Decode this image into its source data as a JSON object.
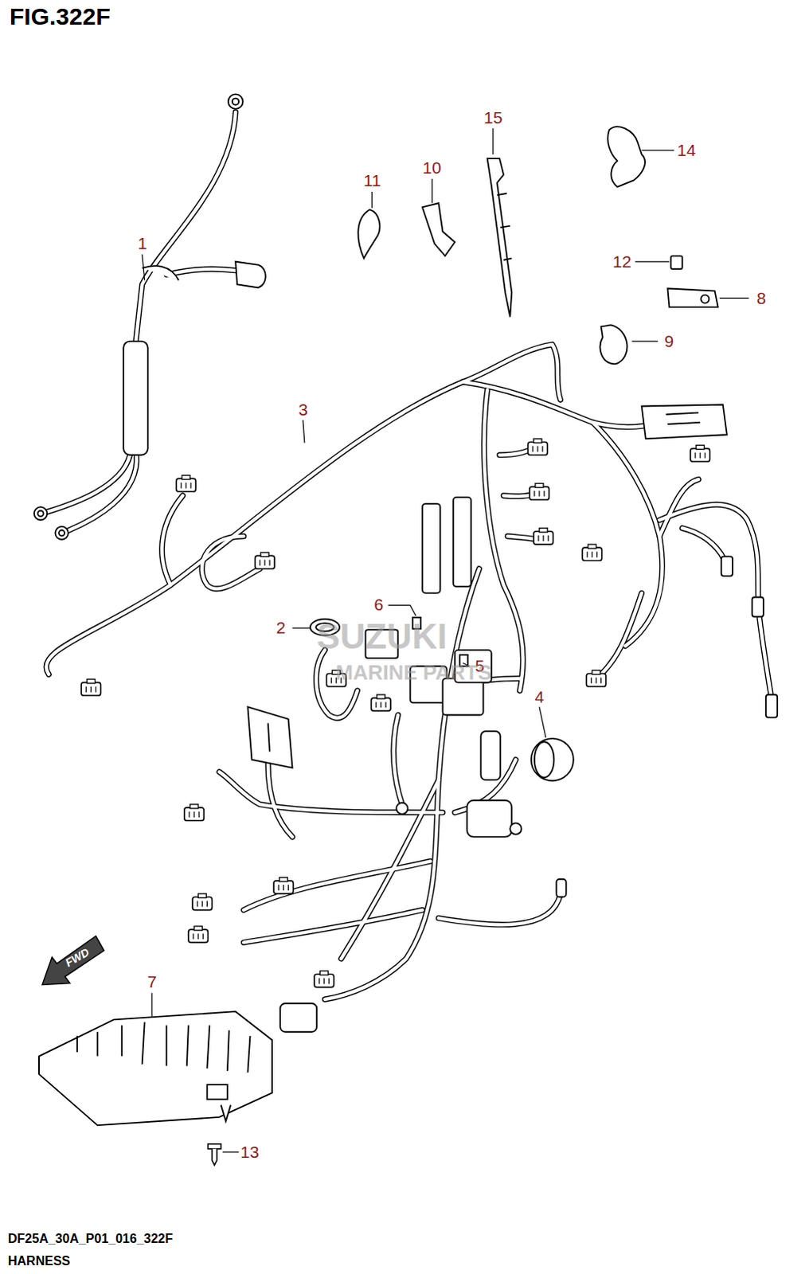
{
  "diagram": {
    "title": "FIG.322F",
    "caption": "HARNESS",
    "labels": [
      "15",
      "14",
      "11",
      "10",
      "1",
      "12",
      "8",
      "9",
      "3",
      "6",
      "2",
      "5",
      "4",
      "FWD",
      "7",
      "13",
      "DF25A_30A_P01_016_322F",
      "SUZUKI",
      "MARINE PARTS"
    ]
  }
}
